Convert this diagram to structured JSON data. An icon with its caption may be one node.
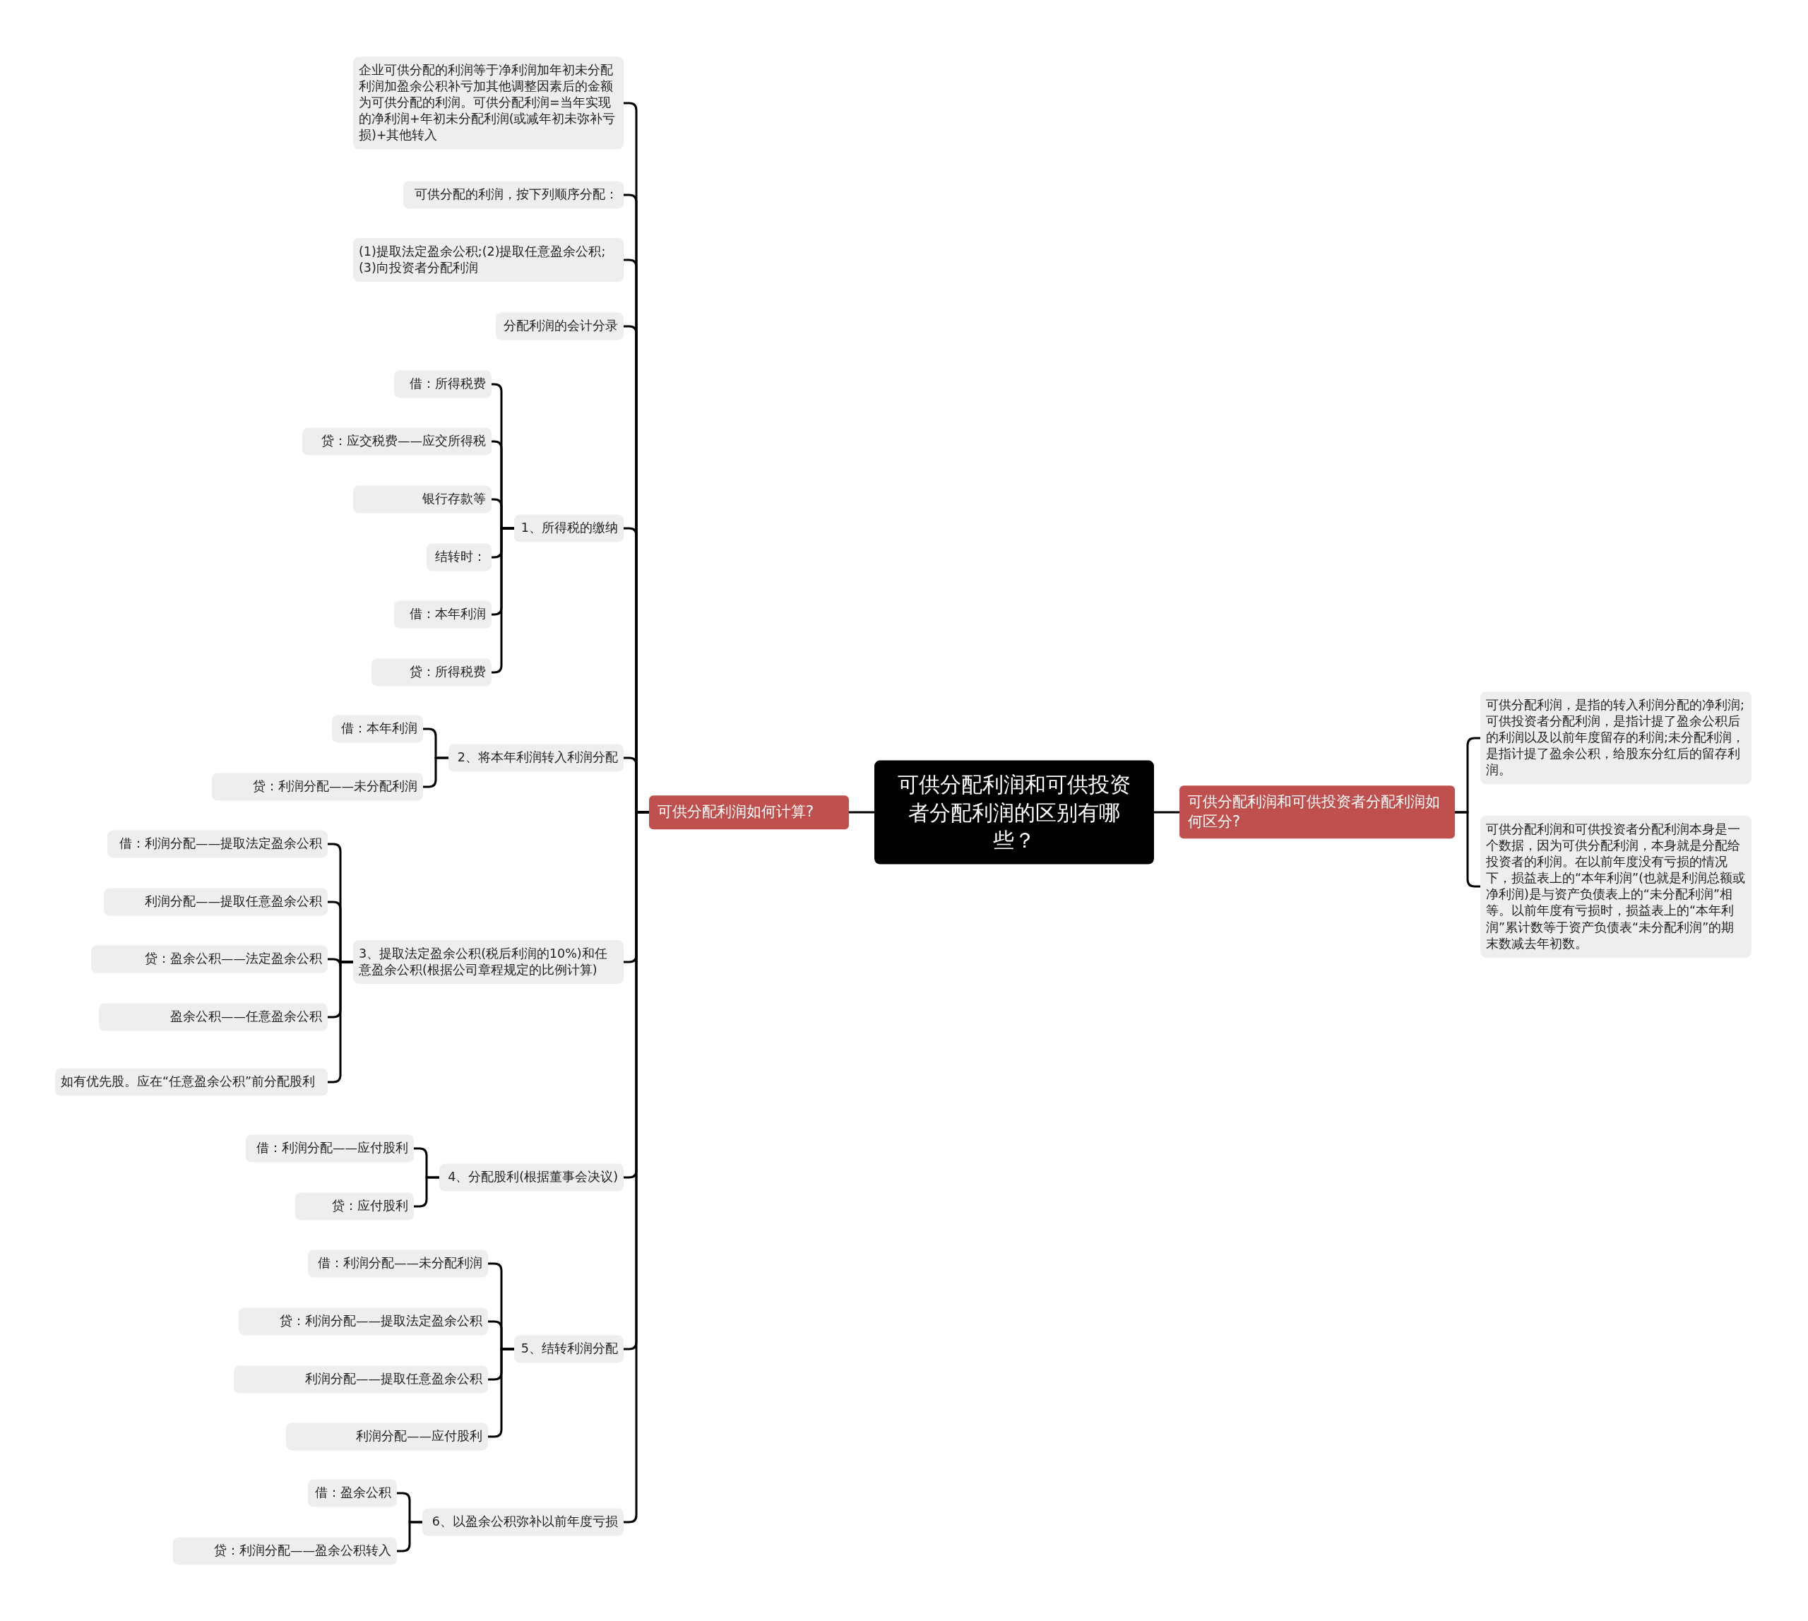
{
  "diagram": {
    "nodes": [
      {
        "text": [
          "可供分配利润和可供投资者分配利润的区别有哪些？"
        ]
      },
      {
        "text": [
          "可供分配利润如何计算?"
        ]
      },
      {
        "text": [
          "企业可供分配的利润等于净利润加年初未分配利润加盈余公积补亏加其他调整因素后的金额为可供分配的利润。可供分配利润=当年实现的净利润+年初未分配利润(或减年初未弥补亏损)+其他转入"
        ]
      },
      {
        "text": [
          "可供分配的利润，按下列顺序分配："
        ]
      },
      {
        "text": [
          "(1)提取法定盈余公积;(2)提取任意盈余公积;(3)向投资者分配利润"
        ]
      },
      {
        "text": [
          "分配利润的会计分录"
        ]
      },
      {
        "text": [
          "1、所得税的缴纳"
        ]
      },
      {
        "text": [
          "借：所得税费"
        ]
      },
      {
        "text": [
          "贷：应交税费——应交所得税"
        ]
      },
      {
        "text": [
          "银行存款等"
        ]
      },
      {
        "text": [
          "结转时："
        ]
      },
      {
        "text": [
          "借：本年利润"
        ]
      },
      {
        "text": [
          "贷：所得税费"
        ]
      },
      {
        "text": [
          "2、将本年利润转入利润分配"
        ]
      },
      {
        "text": [
          "借：本年利润"
        ]
      },
      {
        "text": [
          "贷：利润分配——未分配利润"
        ]
      },
      {
        "text": [
          "3、提取法定盈余公积(税后利润的10%)和任意盈余公积(根据公司章程规定的比例计算)"
        ]
      },
      {
        "text": [
          "借：利润分配——提取法定盈余公积"
        ]
      },
      {
        "text": [
          "利润分配——提取任意盈余公积"
        ]
      },
      {
        "text": [
          "贷：盈余公积——法定盈余公积"
        ]
      },
      {
        "text": [
          "盈余公积——任意盈余公积"
        ]
      },
      {
        "text": [
          "如有优先股。应在“任意盈余公积”前分配股利"
        ]
      },
      {
        "text": [
          "4、分配股利(根据董事会决议)"
        ]
      },
      {
        "text": [
          "借：利润分配——应付股利"
        ]
      },
      {
        "text": [
          "贷：应付股利"
        ]
      },
      {
        "text": [
          "5、结转利润分配"
        ]
      },
      {
        "text": [
          "借：利润分配——未分配利润"
        ]
      },
      {
        "text": [
          "贷：利润分配——提取法定盈余公积"
        ]
      },
      {
        "text": [
          "利润分配——提取任意盈余公积"
        ]
      },
      {
        "text": [
          "利润分配——应付股利"
        ]
      },
      {
        "text": [
          "6、以盈余公积弥补以前年度亏损"
        ]
      },
      {
        "text": [
          "借：盈余公积"
        ]
      },
      {
        "text": [
          "贷：利润分配——盈余公积转入"
        ]
      },
      {
        "text": [
          "可供分配利润和可供投资者分配利润如何区分?"
        ]
      },
      {
        "text": [
          "可供分配利润，是指的转入利润分配的净利润;可供投资者分配利润，是指计提了盈余公积后的利润以及以前年度留存的利润;未分配利润，是指计提了盈余公积，给股东分红后的留存利润。"
        ]
      },
      {
        "text": [
          "可供分配利润和可供投资者分配利润本身是一个数据，因为可供分配利润，本身就是分配给投资者的利润。在以前年度没有亏损的情况下，损益表上的“本年利润”(也就是利润总额或净利润)是与资产负债表上的“未分配利润”相等。以前年度有亏损时，损益表上的“本年利润”累计数等于资产负债表“未分配利润”的期末数减去年初数。"
        ]
      }
    ],
    "edges": [
      {
        "from": 0,
        "to": 1,
        "arrow": "none"
      },
      {
        "from": 1,
        "to": 2,
        "arrow": "none"
      },
      {
        "from": 1,
        "to": 3,
        "arrow": "none"
      },
      {
        "from": 1,
        "to": 4,
        "arrow": "none"
      },
      {
        "from": 1,
        "to": 5,
        "arrow": "none"
      },
      {
        "from": 1,
        "to": 6,
        "arrow": "none"
      },
      {
        "from": 6,
        "to": 7,
        "arrow": "none"
      },
      {
        "from": 6,
        "to": 8,
        "arrow": "none"
      },
      {
        "from": 6,
        "to": 9,
        "arrow": "none"
      },
      {
        "from": 6,
        "to": 10,
        "arrow": "none"
      },
      {
        "from": 6,
        "to": 11,
        "arrow": "none"
      },
      {
        "from": 6,
        "to": 12,
        "arrow": "none"
      },
      {
        "from": 1,
        "to": 13,
        "arrow": "none"
      },
      {
        "from": 13,
        "to": 14,
        "arrow": "none"
      },
      {
        "from": 13,
        "to": 15,
        "arrow": "none"
      },
      {
        "from": 1,
        "to": 16,
        "arrow": "none"
      },
      {
        "from": 16,
        "to": 17,
        "arrow": "none"
      },
      {
        "from": 16,
        "to": 18,
        "arrow": "none"
      },
      {
        "from": 16,
        "to": 19,
        "arrow": "none"
      },
      {
        "from": 16,
        "to": 20,
        "arrow": "none"
      },
      {
        "from": 16,
        "to": 21,
        "arrow": "none"
      },
      {
        "from": 1,
        "to": 22,
        "arrow": "none"
      },
      {
        "from": 22,
        "to": 23,
        "arrow": "none"
      },
      {
        "from": 22,
        "to": 24,
        "arrow": "none"
      },
      {
        "from": 1,
        "to": 25,
        "arrow": "none"
      },
      {
        "from": 25,
        "to": 26,
        "arrow": "none"
      },
      {
        "from": 25,
        "to": 27,
        "arrow": "none"
      },
      {
        "from": 25,
        "to": 28,
        "arrow": "none"
      },
      {
        "from": 25,
        "to": 29,
        "arrow": "none"
      },
      {
        "from": 1,
        "to": 30,
        "arrow": "none"
      },
      {
        "from": 30,
        "to": 31,
        "arrow": "none"
      },
      {
        "from": 30,
        "to": 32,
        "arrow": "none"
      },
      {
        "from": 0,
        "to": 33,
        "arrow": "none"
      },
      {
        "from": 33,
        "to": 34,
        "arrow": "none"
      },
      {
        "from": 33,
        "to": 35,
        "arrow": "none"
      }
    ]
  }
}
